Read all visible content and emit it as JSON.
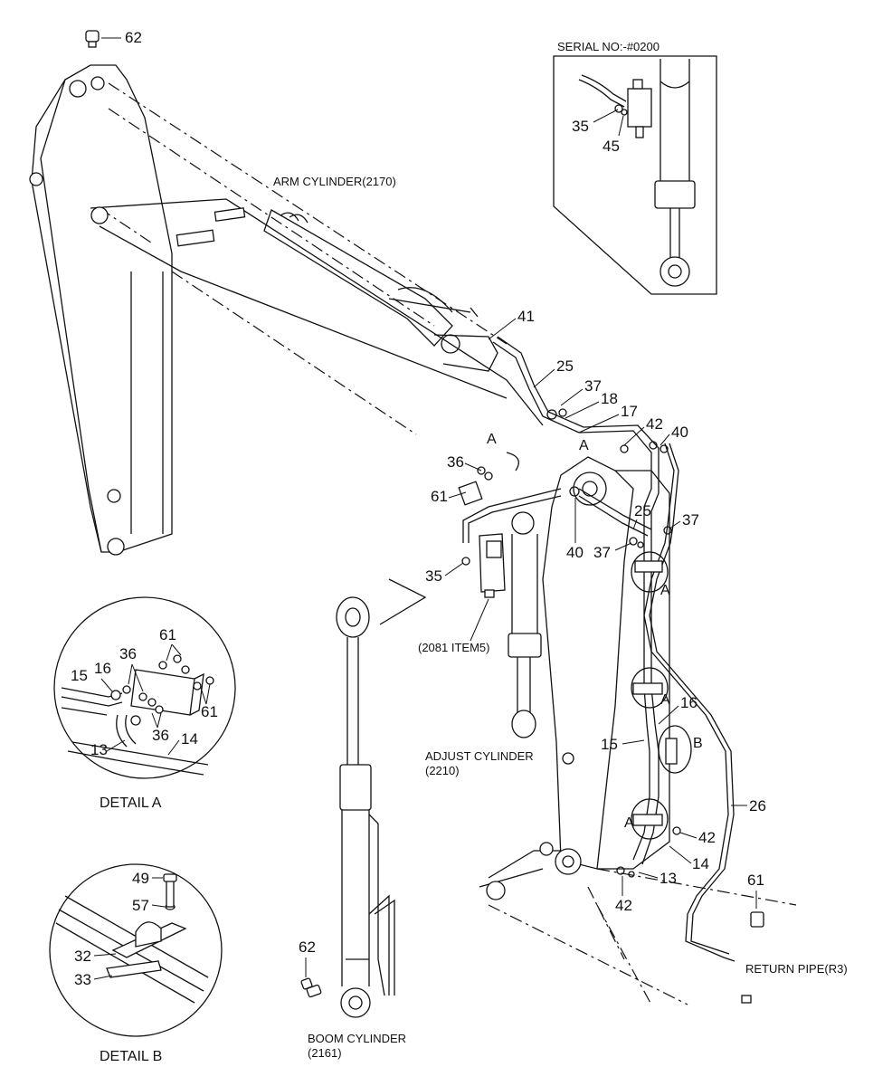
{
  "serial_note": "SERIAL NO:-#0200",
  "labels": {
    "arm_cylinder": "ARM CYLINDER(2170)",
    "adjust_cylinder_1": "ADJUST CYLINDER",
    "adjust_cylinder_2": "(2210)",
    "boom_cylinder_1": "BOOM CYLINDER",
    "boom_cylinder_2": "(2161)",
    "item5": "(2081 ITEM5)",
    "return_pipe": "RETURN PIPE(R3)",
    "detail_a": "DETAIL  A",
    "detail_b": "DETAIL  B",
    "mark_a": "A",
    "mark_b": "B"
  },
  "part_numbers": {
    "p62_top": "62",
    "p41": "41",
    "p25_upper": "25",
    "p37_upper": "37",
    "p18": "18",
    "p17": "17",
    "p42_upper": "42",
    "p40_right": "40",
    "p36": "36",
    "p61_mid": "61",
    "p40_mid": "40",
    "p25_mid": "25",
    "p37_mid": "37",
    "p37_right": "37",
    "p35_mid": "35",
    "p16_main": "16",
    "p15_main": "15",
    "p26": "26",
    "p42_lower_right": "42",
    "p14_main": "14",
    "p13_main": "13",
    "p42_bottom": "42",
    "p61_bottom": "61",
    "p62_bottom": "62",
    "p35_inset": "35",
    "p45_inset": "45",
    "da_61_top": "61",
    "da_36_top": "36",
    "da_15": "15",
    "da_16": "16",
    "da_61_right": "61",
    "da_36_bottom": "36",
    "da_13": "13",
    "da_14": "14",
    "db_49": "49",
    "db_57": "57",
    "db_32": "32",
    "db_33": "33"
  }
}
